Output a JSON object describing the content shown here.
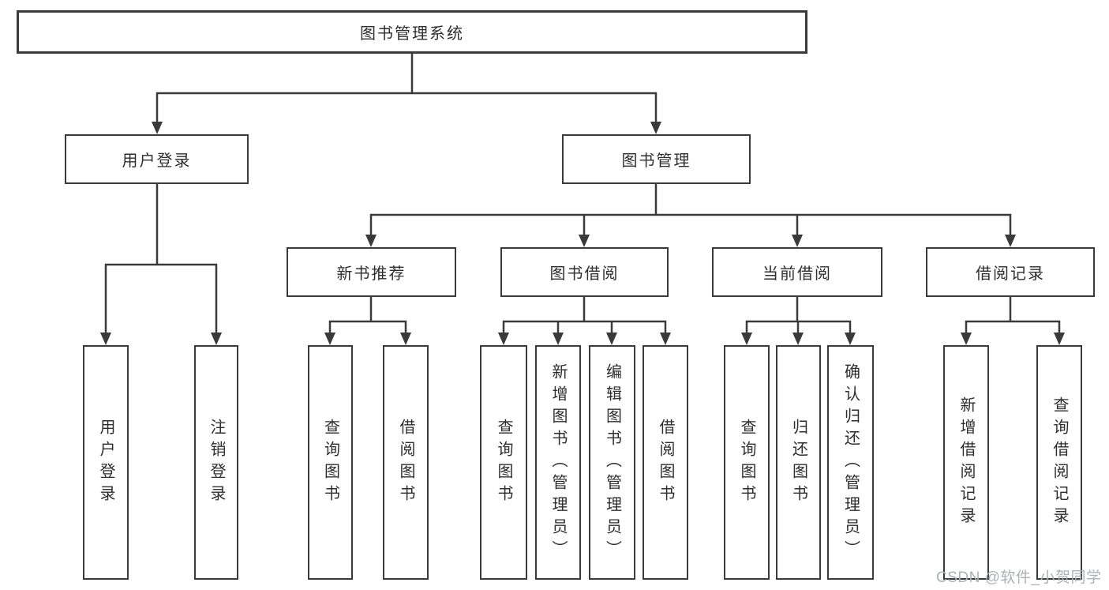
{
  "diagram": {
    "root": "图书管理系统",
    "children": [
      {
        "label": "用户登录",
        "leaves": [
          "用户登录",
          "注销登录"
        ]
      },
      {
        "label": "图书管理",
        "groups": [
          {
            "label": "新书推荐",
            "leaves": [
              "查询图书",
              "借阅图书"
            ]
          },
          {
            "label": "图书借阅",
            "leaves": [
              "查询图书",
              "新增图书（管理员）",
              "编辑图书（管理员）",
              "借阅图书"
            ]
          },
          {
            "label": "当前借阅",
            "leaves": [
              "查询图书",
              "归还图书",
              "确认归还（管理员）"
            ]
          },
          {
            "label": "借阅记录",
            "leaves": [
              "新增借阅记录",
              "查询借阅记录"
            ]
          }
        ]
      }
    ]
  },
  "watermark": "CSDN @软件_小贺同学",
  "colors": {
    "line": "#3a3a3a",
    "text": "#2e2e2e",
    "watermark": "#adb1b7",
    "background": "#ffffff"
  }
}
